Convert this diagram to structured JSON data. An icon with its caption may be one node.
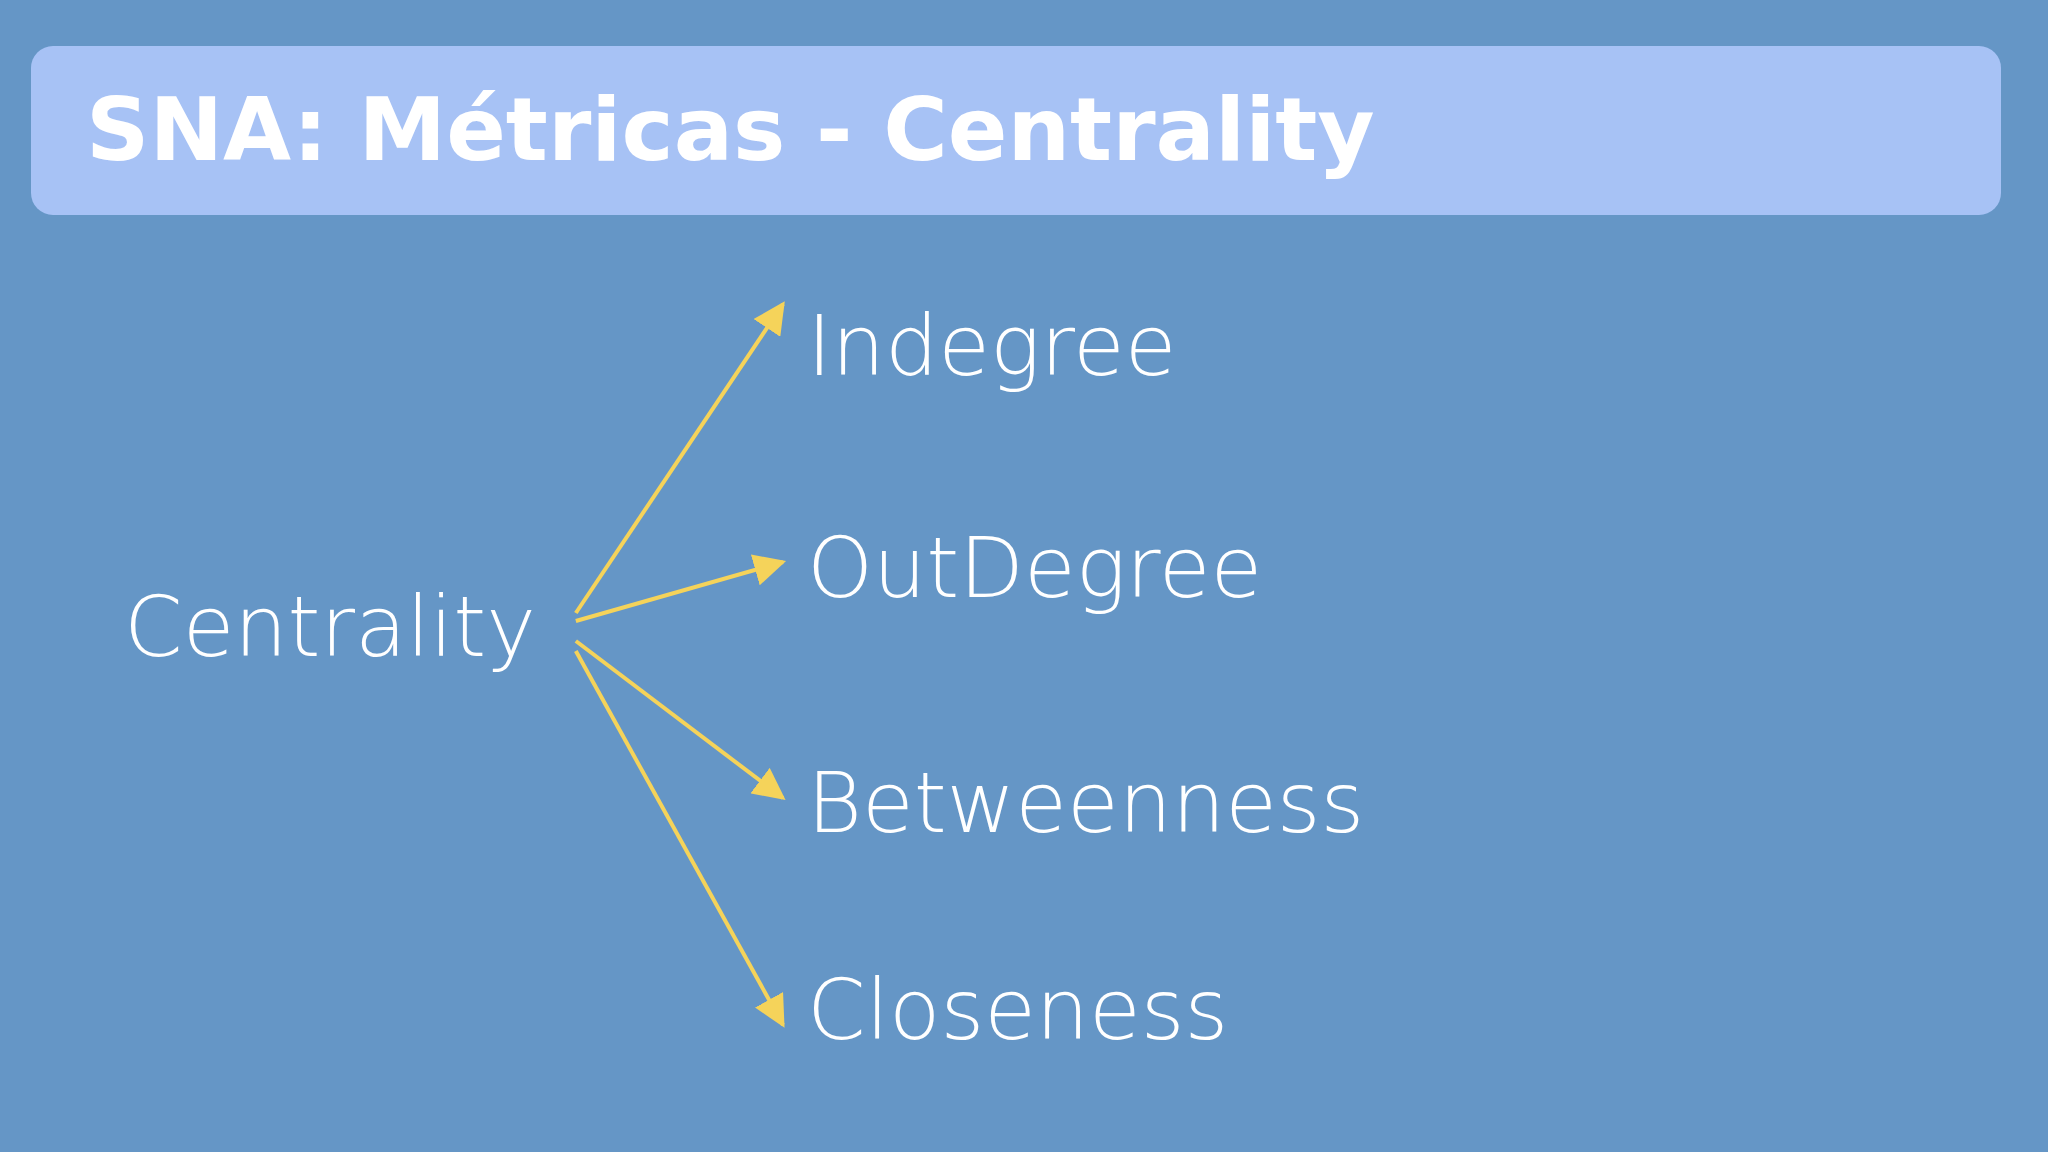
{
  "diagram": {
    "title": "SNA: Métricas - Centrality",
    "nodes": [
      {
        "text": [
          "Centrality"
        ]
      },
      {
        "text": [
          "Indegree"
        ]
      },
      {
        "text": [
          "OutDegree"
        ]
      },
      {
        "text": [
          "Betweenness"
        ]
      },
      {
        "text": [
          "Closeness"
        ]
      }
    ],
    "edges": [
      {
        "from": 0,
        "to": 1,
        "arrow": "to"
      },
      {
        "from": 0,
        "to": 2,
        "arrow": "to"
      },
      {
        "from": 0,
        "to": 3,
        "arrow": "to"
      },
      {
        "from": 0,
        "to": 4,
        "arrow": "to"
      }
    ]
  }
}
